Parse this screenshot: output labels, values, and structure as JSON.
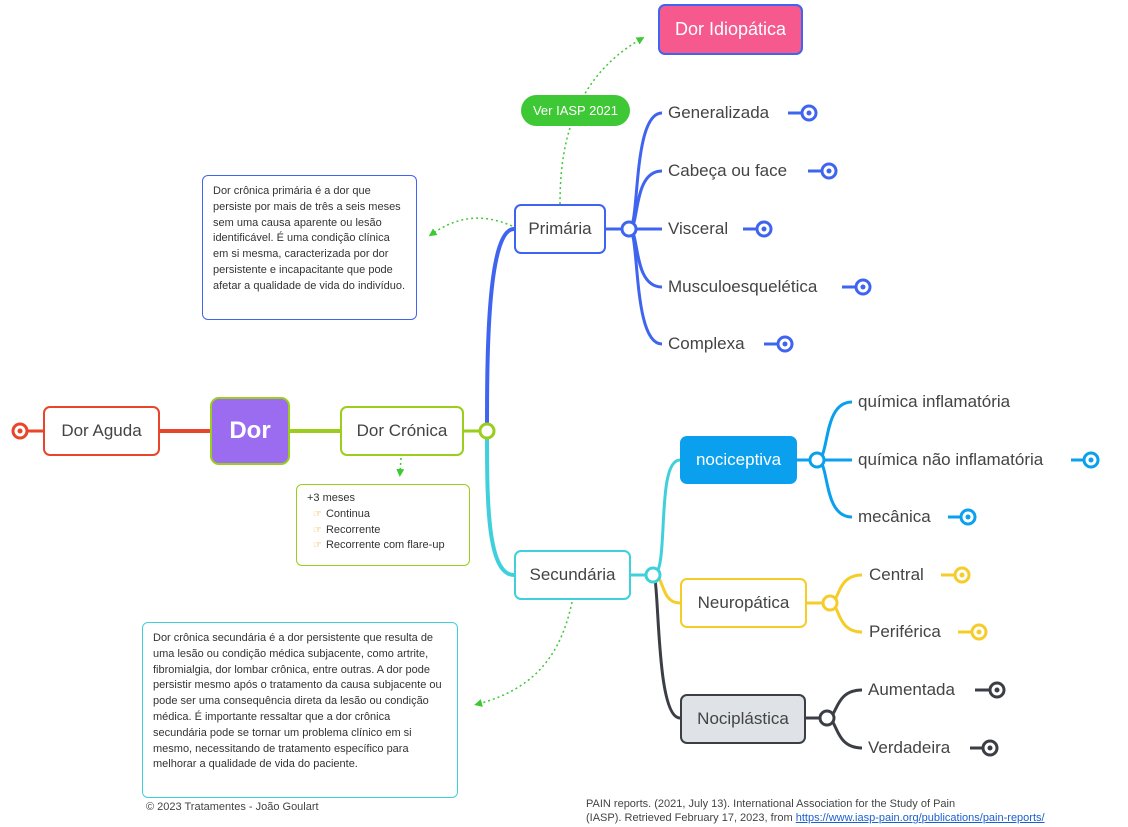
{
  "colors": {
    "root": "#9b6cf0",
    "acute": "#e8462a",
    "chronic": "#9acd1c",
    "primary": "#3f64ef",
    "secondary": "#3fd0dc",
    "nociceptive": "#0aa0ee",
    "neuropathic": "#f5cc28",
    "nociplastic": "#3b3f45",
    "idiopathic": "#f5598e",
    "iasp_badge": "#3fc836",
    "connector_dotted": "#3fc836"
  },
  "root": {
    "label": "Dor"
  },
  "acute": {
    "label": "Dor Aguda"
  },
  "chronic": {
    "label": "Dor Crónica",
    "note": {
      "heading": "+3 meses",
      "items": [
        "Continua",
        "Recorrente",
        "Recorrente com flare-up"
      ]
    }
  },
  "primary": {
    "label": "Primária",
    "note": "Dor crônica primária é a dor que persiste por mais de três a seis meses sem uma causa aparente ou lesão identificável. É uma condição clínica em si mesma, caracterizada por dor persistente e incapacitante que pode afetar a qualidade de vida do indivíduo.",
    "items": [
      "Generalizada",
      "Cabeça ou face",
      "Visceral",
      "Musculoesquelética",
      "Complexa"
    ]
  },
  "idiopathic": {
    "label": "Dor Idiopática",
    "badge": "Ver IASP 2021"
  },
  "secondary": {
    "label": "Secundária",
    "note": "Dor crônica secundária é a dor persistente que resulta de uma lesão ou condição médica subjacente, como artrite, fibromialgia, dor lombar crônica, entre outras. A dor pode persistir mesmo após o tratamento da causa subjacente ou pode ser uma consequência direta da lesão ou condição médica. É importante ressaltar que a dor crônica secundária pode se tornar um problema clínico em si mesmo, necessitando de tratamento específico para melhorar a qualidade de vida do paciente."
  },
  "nociceptive": {
    "label": "nociceptiva",
    "items": [
      "química inflamatória",
      "química não inflamatória",
      "mecânica"
    ]
  },
  "neuropathic": {
    "label": "Neuropática",
    "items": [
      "Central",
      "Periférica"
    ]
  },
  "nociplastic": {
    "label": "Nociplástica",
    "items": [
      "Aumentada",
      "Verdadeira"
    ]
  },
  "footer": {
    "credit": "© 2023 Tratamentes - João Goulart",
    "ref_line1": "PAIN reports. (2021, July 13). International Association for the Study of Pain",
    "ref_line2": "(IASP). Retrieved February 17, 2023, from",
    "ref_link": "https://www.iasp-pain.org/publications/pain-reports/"
  }
}
